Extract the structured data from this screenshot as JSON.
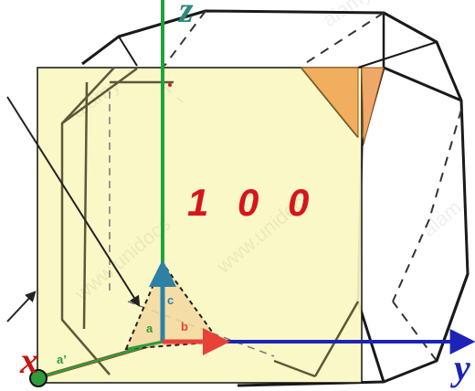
{
  "face_label": "1 0 0",
  "axes": {
    "z_label": "z",
    "y_label": "y",
    "x_label": "x"
  },
  "vectors": {
    "a_label": "a",
    "b_label": "b",
    "c_label": "c",
    "a_prime_label": "a’"
  },
  "watermarks": [
    "alamy",
    "www.unidocs",
    "www.unidoc",
    "alam",
    "alamy"
  ],
  "colors": {
    "face_fill": "#fbf7c2",
    "face_label": "#d7151c",
    "z_axis": "#1fa33a",
    "y_axis": "#1d23b6",
    "x_axis": "#c6140f",
    "c_vector": "#2e80a4",
    "b_vector": "#e8413a",
    "a_vector": "#2f9b3b",
    "corner_facet": "#f0ae5e"
  }
}
